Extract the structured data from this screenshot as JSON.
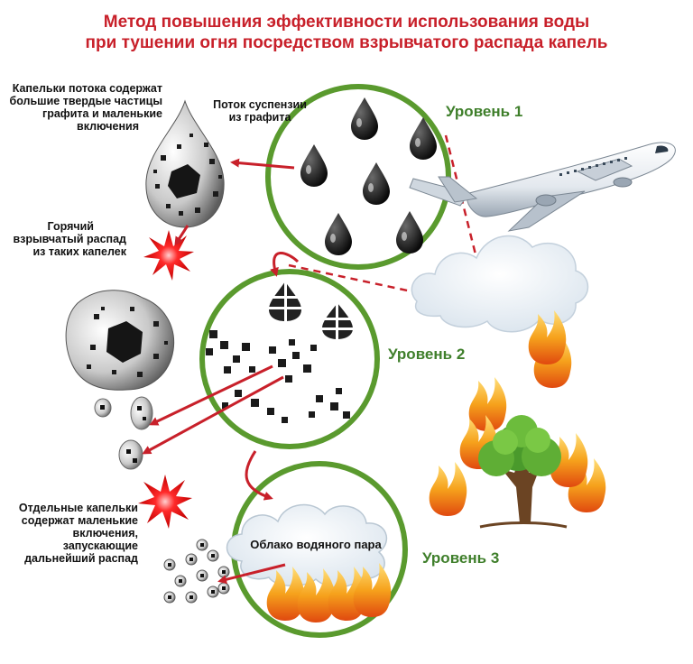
{
  "title": {
    "line1": "Метод повышения эффективности использования воды",
    "line2": "при тушении огня посредством взрывчатого распада капель"
  },
  "labels": {
    "drops_content": [
      "Капельки потока содержат",
      "большие твердые частицы",
      "графита и маленькие",
      "включения"
    ],
    "suspension": [
      "Поток суспензии",
      "из графита"
    ],
    "hot_decay": [
      "Горячий",
      "взрывчатый распад",
      "из таких капелек"
    ],
    "single_drops": [
      "Отдельные капельки",
      "содержат маленькие",
      "включения,",
      "запускающие",
      "дальнейший распад"
    ],
    "cloud": "Облако водяного пара"
  },
  "levels": {
    "level1": "Уровень 1",
    "level2": "Уровень 2",
    "level3": "Уровень 3"
  },
  "colors": {
    "title_red": "#c8202a",
    "level_green": "#3f7f2b",
    "arrow_red": "#c8202a",
    "circle_green": "#5a9a2e"
  },
  "icons": [
    "airplane-icon",
    "tree-icon",
    "fire-icon",
    "explosion-burst-icon",
    "water-drop-icon",
    "vapor-cloud-icon"
  ]
}
